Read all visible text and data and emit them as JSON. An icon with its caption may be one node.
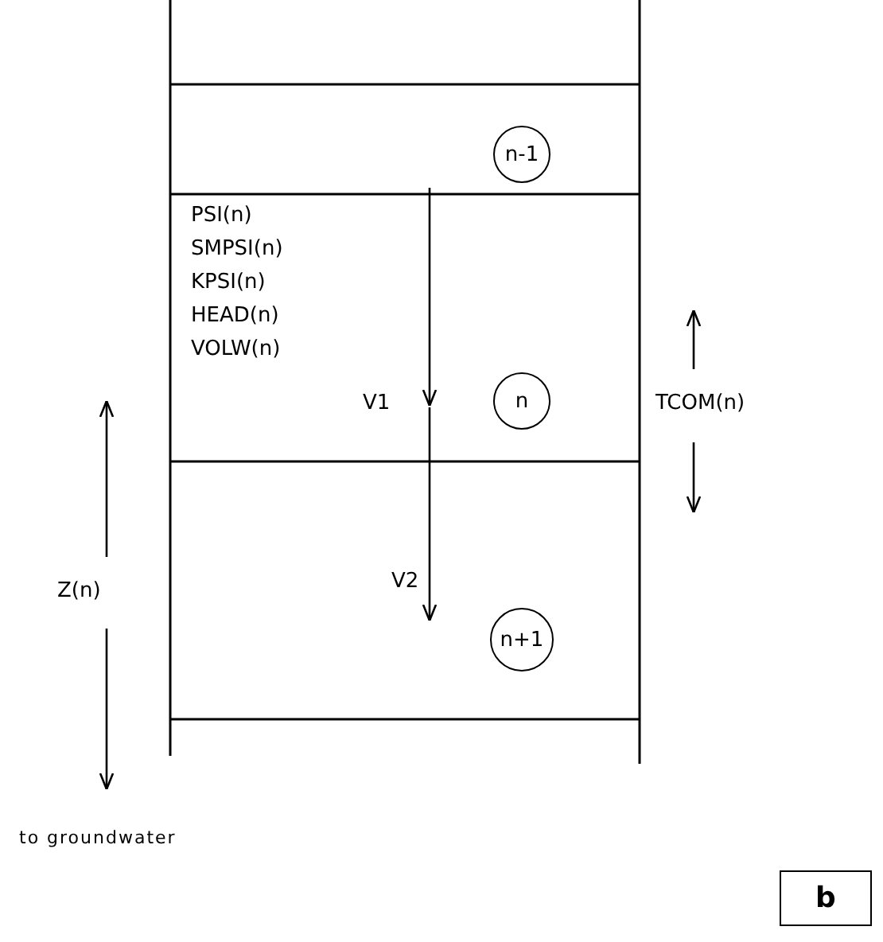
{
  "diagram": {
    "nodes": [
      {
        "text": [
          "n-1"
        ]
      },
      {
        "text": [
          "n"
        ]
      },
      {
        "text": [
          "n+1"
        ]
      },
      {
        "text": [
          "b"
        ]
      }
    ],
    "labels": [
      "PSI(n)",
      "SMPSI(n)",
      "KPSI(n)",
      "HEAD(n)",
      "VOLW(n)",
      "V1",
      "TCOM(n)",
      "V2",
      "Z(n)",
      "to groundwater"
    ]
  }
}
